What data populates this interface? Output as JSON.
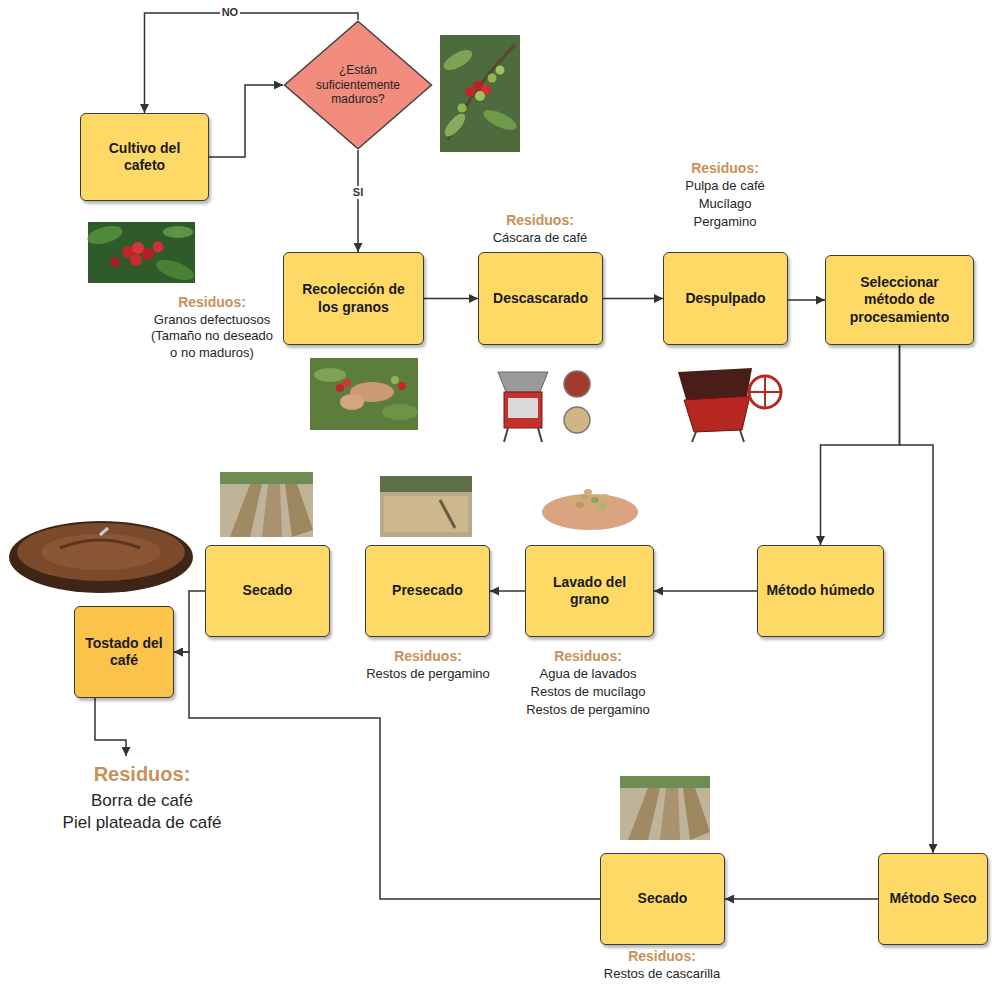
{
  "diagram": {
    "nodes": [
      {
        "text": [
          "Cultivo del cafeto"
        ]
      },
      {
        "text": [
          "¿Están suficientemente maduros?"
        ]
      },
      {
        "text": [
          "Recolección de los granos"
        ]
      },
      {
        "text": [
          "Descascarado"
        ]
      },
      {
        "text": [
          "Despulpado"
        ]
      },
      {
        "text": [
          "Seleccionar método de procesamiento"
        ]
      },
      {
        "text": [
          "Método húmedo"
        ]
      },
      {
        "text": [
          "Lavado del grano"
        ]
      },
      {
        "text": [
          "Presecado"
        ]
      },
      {
        "text": [
          "Secado"
        ]
      },
      {
        "text": [
          "Tostado del café"
        ]
      },
      {
        "text": [
          "Método Seco"
        ]
      },
      {
        "text": [
          "Secado"
        ]
      }
    ],
    "edges": [
      {
        "from": 0,
        "to": 1,
        "arrow": "to"
      },
      {
        "from": 1,
        "to": 0,
        "label": "NO",
        "arrow": "to"
      },
      {
        "from": 1,
        "to": 2,
        "label": "SI",
        "arrow": "to"
      },
      {
        "from": 2,
        "to": 3,
        "arrow": "to"
      },
      {
        "from": 3,
        "to": 4,
        "arrow": "to"
      },
      {
        "from": 4,
        "to": 5,
        "arrow": "to"
      },
      {
        "from": 5,
        "to": 6,
        "arrow": "to"
      },
      {
        "from": 5,
        "to": 11,
        "arrow": "to"
      },
      {
        "from": 6,
        "to": 7,
        "arrow": "to"
      },
      {
        "from": 7,
        "to": 8,
        "arrow": "to"
      },
      {
        "from": 9,
        "to": 10,
        "arrow": "to"
      },
      {
        "from": 11,
        "to": 12,
        "arrow": "to"
      },
      {
        "from": 12,
        "to": 10,
        "arrow": "to"
      }
    ],
    "labels": [
      "Residuos:",
      "Granos defectuosos (Tamaño no deseado o no maduros)",
      "Residuos:",
      "Cáscara de café",
      "Residuos:",
      "Pulpa de café",
      "Mucílago",
      "Pergamino",
      "Residuos:",
      "Agua de lavados",
      "Restos de mucílago",
      "Restos de pergamino",
      "Residuos:",
      "Restos de pergamino",
      "Residuos:",
      "Borra de café",
      "Piel plateada de café",
      "Residuos:",
      "Restos de cascarilla"
    ]
  }
}
